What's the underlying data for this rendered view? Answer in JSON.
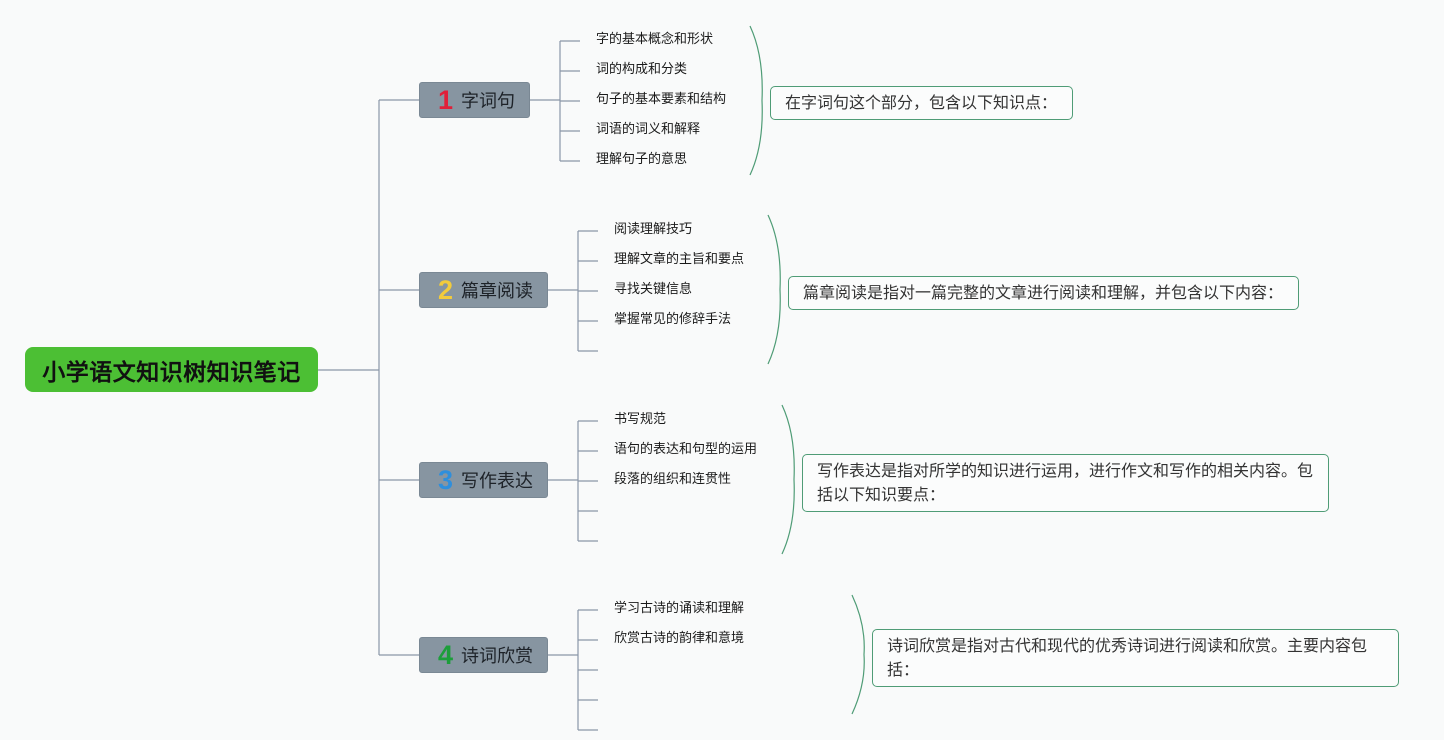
{
  "title": "小学语文知识树知识笔记",
  "colors": {
    "root_bg": "#4cbf34",
    "branch_bg": "#8795a1",
    "line": "#8a96a8",
    "brace": "#4f9c76",
    "num1": "#e0203a",
    "num2": "#f2cb3c",
    "num3": "#2f8fdc",
    "num4": "#1c9e3a"
  },
  "branches": [
    {
      "num": "1",
      "label": "字词句",
      "items": [
        "字的基本概念和形状",
        "词的构成和分类",
        "句子的基本要素和结构",
        "词语的词义和解释",
        "理解句子的意思"
      ],
      "summary": "在字词句这个部分，包含以下知识点："
    },
    {
      "num": "2",
      "label": "篇章阅读",
      "items": [
        "阅读理解技巧",
        "理解文章的主旨和要点",
        "寻找关键信息",
        "掌握常见的修辞手法",
        ""
      ],
      "summary": "篇章阅读是指对一篇完整的文章进行阅读和理解，并包含以下内容："
    },
    {
      "num": "3",
      "label": "写作表达",
      "items": [
        "书写规范",
        "语句的表达和句型的运用",
        "段落的组织和连贯性",
        "",
        ""
      ],
      "summary": "写作表达是指对所学的知识进行运用，进行作文和写作的相关内容。包括以下知识要点："
    },
    {
      "num": "4",
      "label": "诗词欣赏",
      "items": [
        "学习古诗的诵读和理解",
        "欣赏古诗的韵律和意境",
        "",
        "",
        ""
      ],
      "summary": "诗词欣赏是指对古代和现代的优秀诗词进行阅读和欣赏。主要内容包括："
    }
  ]
}
